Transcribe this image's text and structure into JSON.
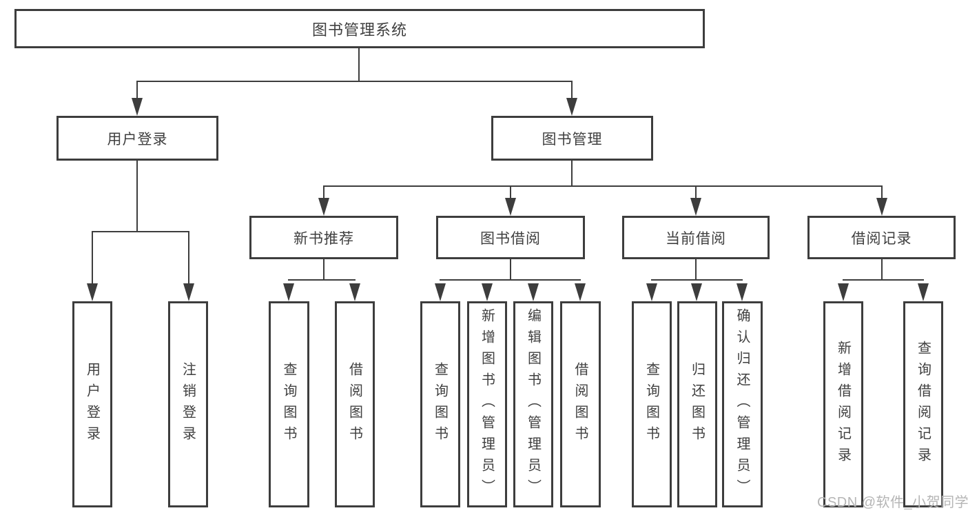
{
  "diagram": {
    "tree": {
      "root": {
        "label": "图书管理系统",
        "children": [
          {
            "label": "用户登录",
            "children": [
              {
                "label": "用户登录"
              },
              {
                "label": "注销登录"
              }
            ]
          },
          {
            "label": "图书管理",
            "children": [
              {
                "label": "新书推荐",
                "children": [
                  {
                    "label": "查询图书"
                  },
                  {
                    "label": "借阅图书"
                  }
                ]
              },
              {
                "label": "图书借阅",
                "children": [
                  {
                    "label": "查询图书"
                  },
                  {
                    "label": "新增图书（管理员）"
                  },
                  {
                    "label": "编辑图书（管理员）"
                  },
                  {
                    "label": "借阅图书"
                  }
                ]
              },
              {
                "label": "当前借阅",
                "children": [
                  {
                    "label": "查询图书"
                  },
                  {
                    "label": "归还图书"
                  },
                  {
                    "label": "确认归还（管理员）"
                  }
                ]
              },
              {
                "label": "借阅记录",
                "children": [
                  {
                    "label": "新增借阅记录"
                  },
                  {
                    "label": "查询借阅记录"
                  }
                ]
              }
            ]
          }
        ]
      }
    }
  },
  "watermark": {
    "text": "CSDN @软件_小贺同学"
  },
  "colors": {
    "line": "#3d3d3d",
    "box_border": "#3d3d3d",
    "text": "#3f3f3f",
    "watermark": "#b5b5b5",
    "background": "#ffffff"
  }
}
